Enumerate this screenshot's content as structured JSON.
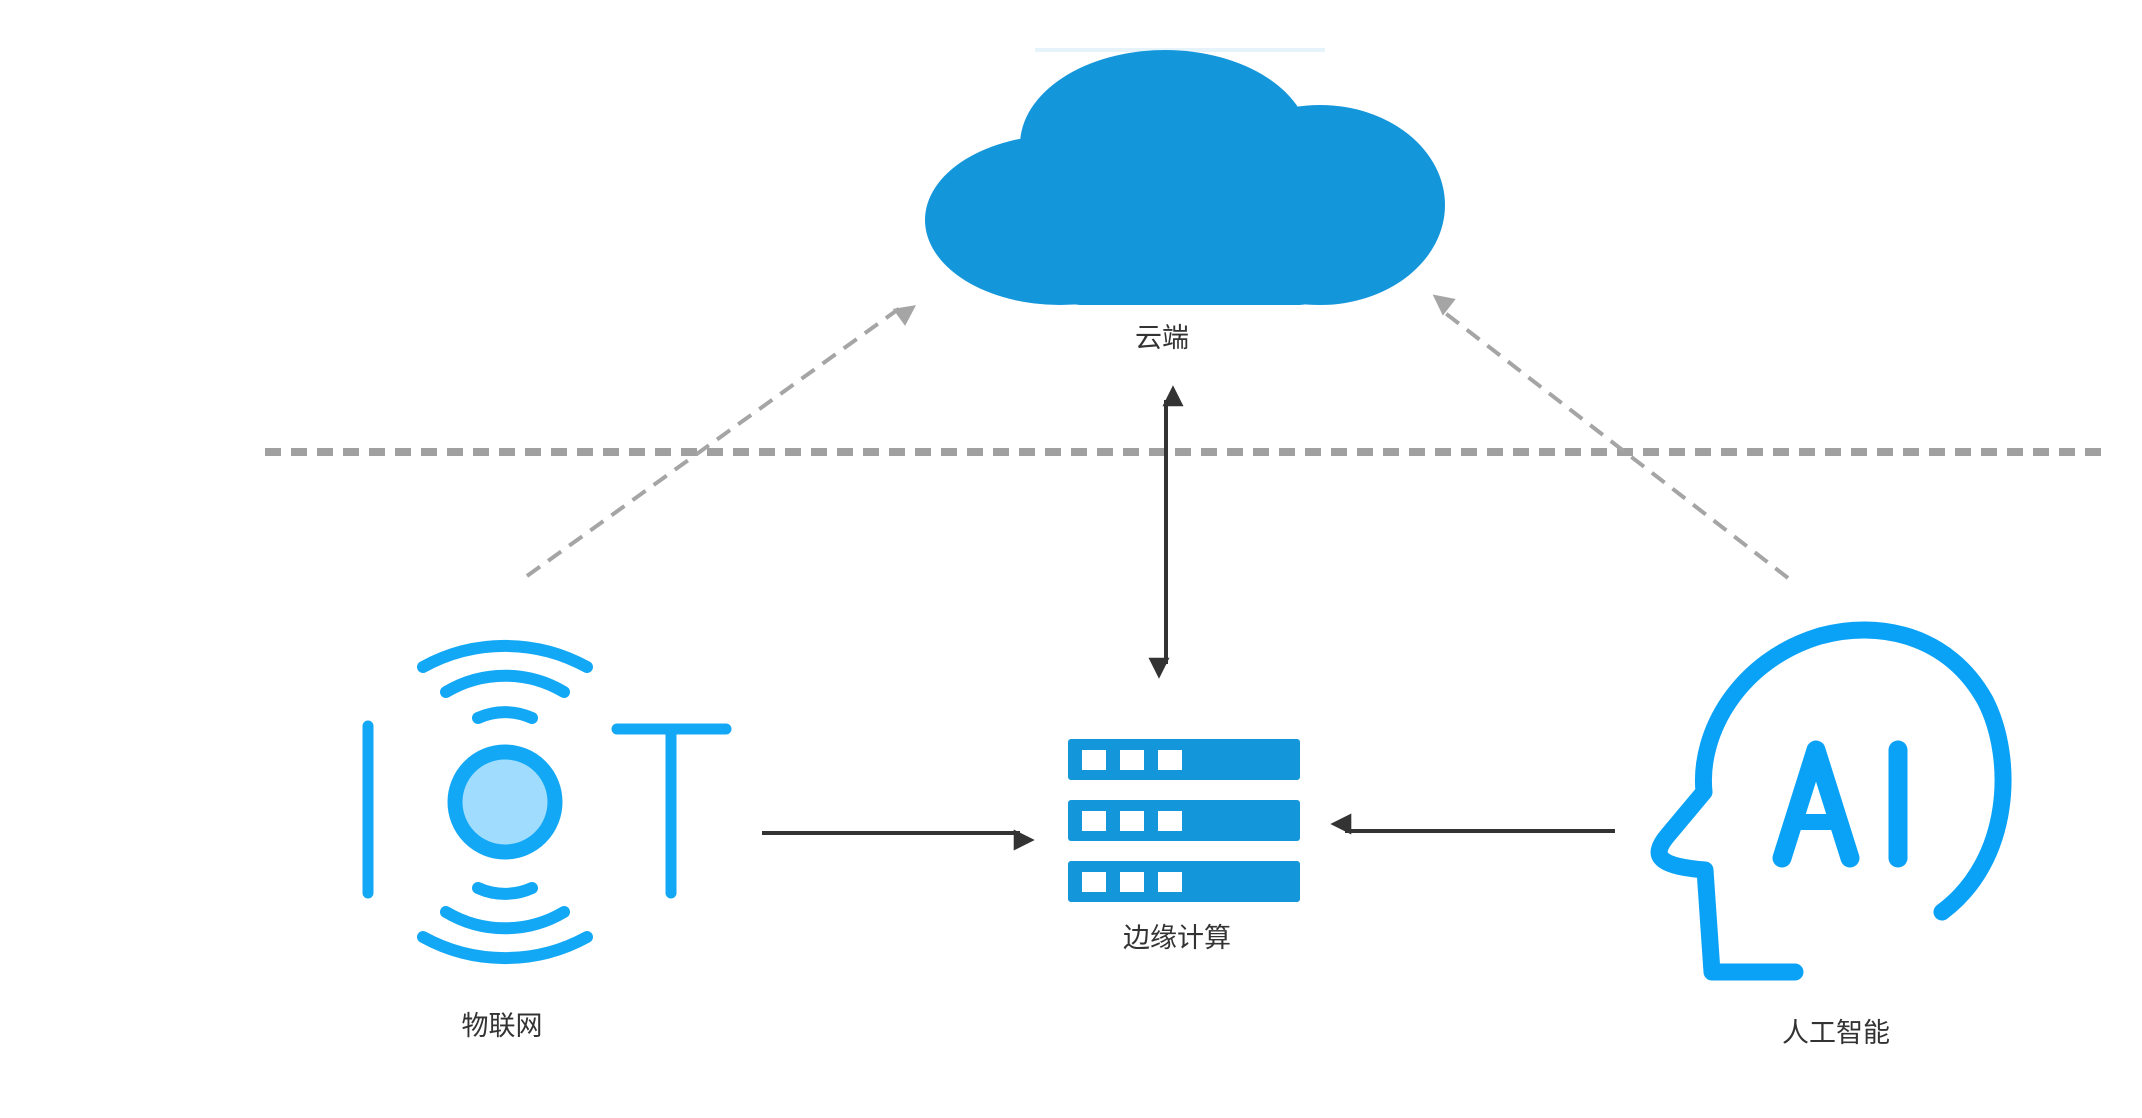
{
  "nodes": {
    "cloud": {
      "label": "云端"
    },
    "edge": {
      "label": "边缘计算"
    },
    "iot": {
      "label": "物联网",
      "logo_text": "IOT"
    },
    "ai": {
      "label": "人工智能",
      "logo_text": "AI"
    }
  },
  "colors": {
    "cloud_fill": "#1496db",
    "server_fill": "#1496db",
    "server_slot": "#ffffff",
    "iot_stroke": "#13a8f5",
    "iot_core": "#9fdcfe",
    "ai_stroke": "#0aa2f7",
    "solid_arrow": "#333333",
    "dashed_arrow": "#a5a5a5",
    "divider": "#a0a0a0",
    "label_text": "#333333"
  },
  "icons": {
    "cloud": "cloud-icon",
    "edge": "server-rack-icon",
    "iot": "iot-antenna-icon",
    "ai": "ai-head-icon"
  },
  "connections": [
    {
      "from": "iot",
      "to": "edge",
      "style": "solid",
      "direction": "forward"
    },
    {
      "from": "ai",
      "to": "edge",
      "style": "solid",
      "direction": "forward"
    },
    {
      "from": "edge",
      "to": "cloud",
      "style": "solid",
      "direction": "both"
    },
    {
      "from": "iot",
      "to": "cloud",
      "style": "dashed",
      "direction": "forward"
    },
    {
      "from": "ai",
      "to": "cloud",
      "style": "dashed",
      "direction": "forward"
    }
  ]
}
